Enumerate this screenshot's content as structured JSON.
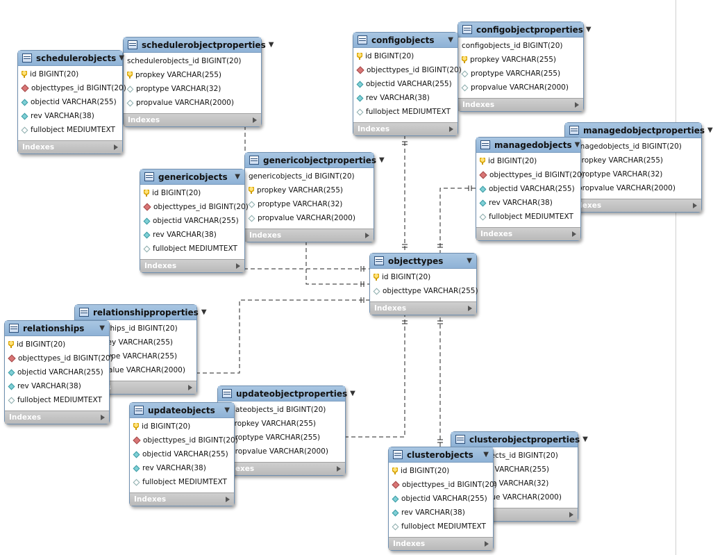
{
  "footer_label": "Indexes",
  "tables": [
    {
      "id": "schedulerobjects",
      "name": "schedulerobjects",
      "columns": [
        {
          "icon": "pk",
          "text": "id BIGINT(20)"
        },
        {
          "icon": "fk",
          "text": "objecttypes_id BIGINT(20)"
        },
        {
          "icon": "col",
          "text": "objectid VARCHAR(255)"
        },
        {
          "icon": "col",
          "text": "rev VARCHAR(38)"
        },
        {
          "icon": "opt",
          "text": "fullobject MEDIUMTEXT"
        }
      ]
    },
    {
      "id": "schedulerobjectproperties",
      "name": "schedulerobjectproperties",
      "columns": [
        {
          "icon": "none",
          "text": "schedulerobjects_id BIGINT(20)"
        },
        {
          "icon": "pk",
          "text": "propkey VARCHAR(255)"
        },
        {
          "icon": "opt",
          "text": "proptype VARCHAR(32)"
        },
        {
          "icon": "opt",
          "text": "propvalue VARCHAR(2000)"
        }
      ]
    },
    {
      "id": "configobjects",
      "name": "configobjects",
      "columns": [
        {
          "icon": "pk",
          "text": "id BIGINT(20)"
        },
        {
          "icon": "fk",
          "text": "objecttypes_id BIGINT(20)"
        },
        {
          "icon": "col",
          "text": "objectid VARCHAR(255)"
        },
        {
          "icon": "col",
          "text": "rev VARCHAR(38)"
        },
        {
          "icon": "opt",
          "text": "fullobject MEDIUMTEXT"
        }
      ]
    },
    {
      "id": "configobjectproperties",
      "name": "configobjectproperties",
      "columns": [
        {
          "icon": "none",
          "text": "configobjects_id BIGINT(20)"
        },
        {
          "icon": "pk",
          "text": "propkey VARCHAR(255)"
        },
        {
          "icon": "opt",
          "text": "proptype VARCHAR(255)"
        },
        {
          "icon": "opt",
          "text": "propvalue VARCHAR(2000)"
        }
      ]
    },
    {
      "id": "managedobjectproperties",
      "name": "managedobjectproperties",
      "columns": [
        {
          "icon": "none",
          "text": "managedobjects_id BIGINT(20)"
        },
        {
          "icon": "pk",
          "text": "propkey VARCHAR(255)"
        },
        {
          "icon": "opt",
          "text": "proptype VARCHAR(32)"
        },
        {
          "icon": "opt",
          "text": "propvalue VARCHAR(2000)"
        }
      ]
    },
    {
      "id": "managedobjects",
      "name": "managedobjects",
      "columns": [
        {
          "icon": "pk",
          "text": "id BIGINT(20)"
        },
        {
          "icon": "fk",
          "text": "objecttypes_id BIGINT(20)"
        },
        {
          "icon": "col",
          "text": "objectid VARCHAR(255)"
        },
        {
          "icon": "col",
          "text": "rev VARCHAR(38)"
        },
        {
          "icon": "opt",
          "text": "fullobject MEDIUMTEXT"
        }
      ]
    },
    {
      "id": "genericobjects",
      "name": "genericobjects",
      "columns": [
        {
          "icon": "pk",
          "text": "id BIGINT(20)"
        },
        {
          "icon": "fk",
          "text": "objecttypes_id BIGINT(20)"
        },
        {
          "icon": "col",
          "text": "objectid VARCHAR(255)"
        },
        {
          "icon": "col",
          "text": "rev VARCHAR(38)"
        },
        {
          "icon": "opt",
          "text": "fullobject MEDIUMTEXT"
        }
      ]
    },
    {
      "id": "genericobjectproperties",
      "name": "genericobjectproperties",
      "columns": [
        {
          "icon": "none",
          "text": "genericobjects_id BIGINT(20)"
        },
        {
          "icon": "pk",
          "text": "propkey VARCHAR(255)"
        },
        {
          "icon": "opt",
          "text": "proptype VARCHAR(32)"
        },
        {
          "icon": "opt",
          "text": "propvalue VARCHAR(2000)"
        }
      ]
    },
    {
      "id": "objecttypes",
      "name": "objecttypes",
      "columns": [
        {
          "icon": "pk",
          "text": "id BIGINT(20)"
        },
        {
          "icon": "opt",
          "text": "objecttype VARCHAR(255)"
        }
      ]
    },
    {
      "id": "relationshipproperties",
      "name": "relationshipproperties",
      "columns": [
        {
          "icon": "none",
          "text": "relationships_id BIGINT(20)"
        },
        {
          "icon": "pk",
          "text": "propkey VARCHAR(255)"
        },
        {
          "icon": "opt",
          "text": "proptype VARCHAR(255)"
        },
        {
          "icon": "opt",
          "text": "propvalue VARCHAR(2000)"
        }
      ]
    },
    {
      "id": "relationships",
      "name": "relationships",
      "columns": [
        {
          "icon": "pk",
          "text": "id BIGINT(20)"
        },
        {
          "icon": "fk",
          "text": "objecttypes_id BIGINT(20)"
        },
        {
          "icon": "col",
          "text": "objectid VARCHAR(255)"
        },
        {
          "icon": "col",
          "text": "rev VARCHAR(38)"
        },
        {
          "icon": "opt",
          "text": "fullobject MEDIUMTEXT"
        }
      ]
    },
    {
      "id": "updateobjectproperties",
      "name": "updateobjectproperties",
      "columns": [
        {
          "icon": "none",
          "text": "updateobjects_id BIGINT(20)"
        },
        {
          "icon": "pk",
          "text": "propkey VARCHAR(255)"
        },
        {
          "icon": "opt",
          "text": "proptype VARCHAR(255)"
        },
        {
          "icon": "opt",
          "text": "propvalue VARCHAR(2000)"
        }
      ]
    },
    {
      "id": "updateobjects",
      "name": "updateobjects",
      "columns": [
        {
          "icon": "pk",
          "text": "id BIGINT(20)"
        },
        {
          "icon": "fk",
          "text": "objecttypes_id BIGINT(20)"
        },
        {
          "icon": "col",
          "text": "objectid VARCHAR(255)"
        },
        {
          "icon": "col",
          "text": "rev VARCHAR(38)"
        },
        {
          "icon": "opt",
          "text": "fullobject MEDIUMTEXT"
        }
      ]
    },
    {
      "id": "clusterobjectproperties",
      "name": "clusterobjectproperties",
      "columns": [
        {
          "icon": "none",
          "text": "clusterobjects_id BIGINT(20)"
        },
        {
          "icon": "pk",
          "text": "propkey VARCHAR(255)"
        },
        {
          "icon": "opt",
          "text": "proptype VARCHAR(32)"
        },
        {
          "icon": "opt",
          "text": "propvalue VARCHAR(2000)"
        }
      ]
    },
    {
      "id": "clusterobjects",
      "name": "clusterobjects",
      "columns": [
        {
          "icon": "pk",
          "text": "id BIGINT(20)"
        },
        {
          "icon": "fk",
          "text": "objecttypes_id BIGINT(20)"
        },
        {
          "icon": "col",
          "text": "objectid VARCHAR(255)"
        },
        {
          "icon": "col",
          "text": "rev VARCHAR(38)"
        },
        {
          "icon": "opt",
          "text": "fullobject MEDIUMTEXT"
        }
      ]
    }
  ],
  "relationships": [
    {
      "from": "schedulerobjectproperties",
      "to": "schedulerobjects"
    },
    {
      "from": "configobjects",
      "to": "objecttypes"
    },
    {
      "from": "managedobjects",
      "to": "objecttypes"
    },
    {
      "from": "genericobjects",
      "to": "objecttypes"
    },
    {
      "from": "genericobjectproperties",
      "to": "objecttypes"
    },
    {
      "from": "relationshipproperties",
      "to": "objecttypes"
    },
    {
      "from": "updateobjectproperties",
      "to": "objecttypes"
    },
    {
      "from": "clusterobjects",
      "to": "objecttypes"
    }
  ]
}
